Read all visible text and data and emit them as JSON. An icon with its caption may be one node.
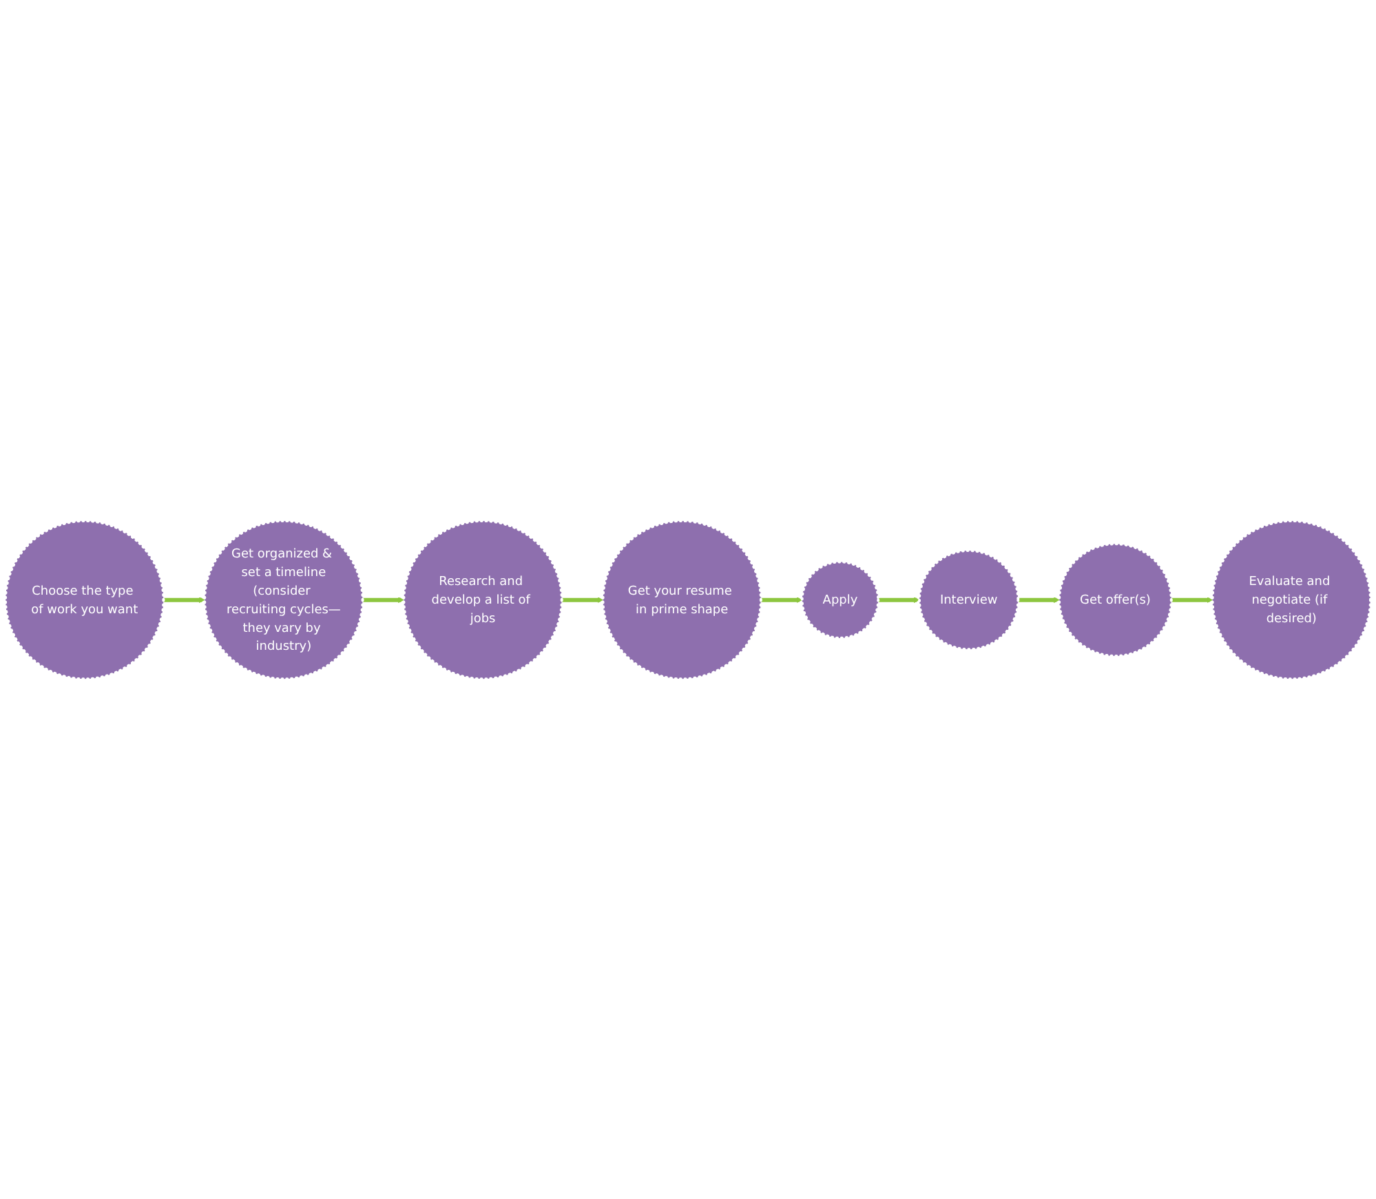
{
  "diagram": {
    "nodes": [
      {
        "text": [
          "Choose the type of work you want"
        ]
      },
      {
        "text": [
          "Get organized & set a timeline",
          "(consider recruiting cycles—they vary by industry)"
        ]
      },
      {
        "text": [
          "Research and develop a list of jobs"
        ]
      },
      {
        "text": [
          "Get your resume in prime shape"
        ]
      },
      {
        "text": [
          "Apply"
        ]
      },
      {
        "text": [
          "Interview"
        ]
      },
      {
        "text": [
          "Get offer(s)"
        ]
      },
      {
        "text": [
          "Evaluate and negotiate (if desired)"
        ]
      }
    ],
    "edges": [
      {
        "from": 0,
        "to": 1,
        "arrow": "to"
      },
      {
        "from": 1,
        "to": 2,
        "arrow": "to"
      },
      {
        "from": 2,
        "to": 3,
        "arrow": "to"
      },
      {
        "from": 3,
        "to": 4,
        "arrow": "to"
      },
      {
        "from": 4,
        "to": 5,
        "arrow": "to"
      },
      {
        "from": 5,
        "to": 6,
        "arrow": "to"
      },
      {
        "from": 6,
        "to": 7,
        "arrow": "to"
      }
    ]
  }
}
